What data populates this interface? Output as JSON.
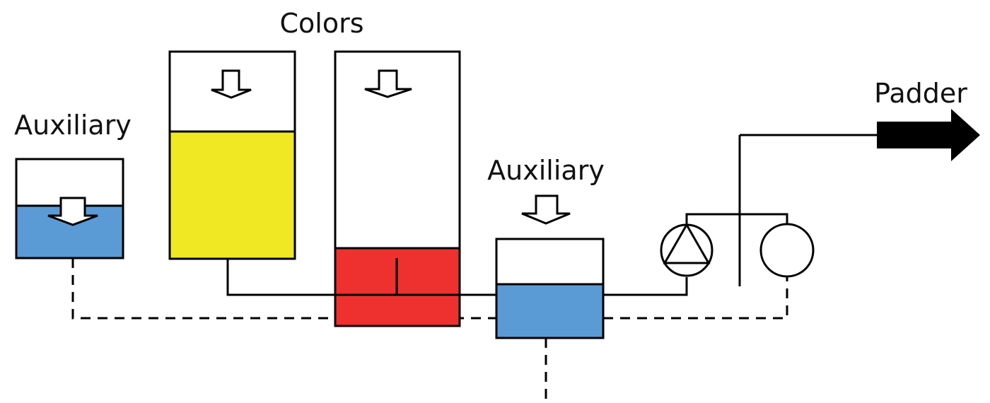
{
  "labels": {
    "colors": "Colors",
    "auxiliary_left": "Auxiliary",
    "auxiliary_right": "Auxiliary",
    "padder": "Padder"
  },
  "colors": {
    "auxiliary_liquid": "#5b9bd5",
    "yellow_color": "#f0e823",
    "red_color": "#ee312f",
    "outlet_arrow": "#000000"
  },
  "tank_levels": {
    "auxiliary_left": 0.48,
    "color_yellow": 0.62,
    "color_red": 0.28,
    "auxiliary_mix": 0.56
  }
}
